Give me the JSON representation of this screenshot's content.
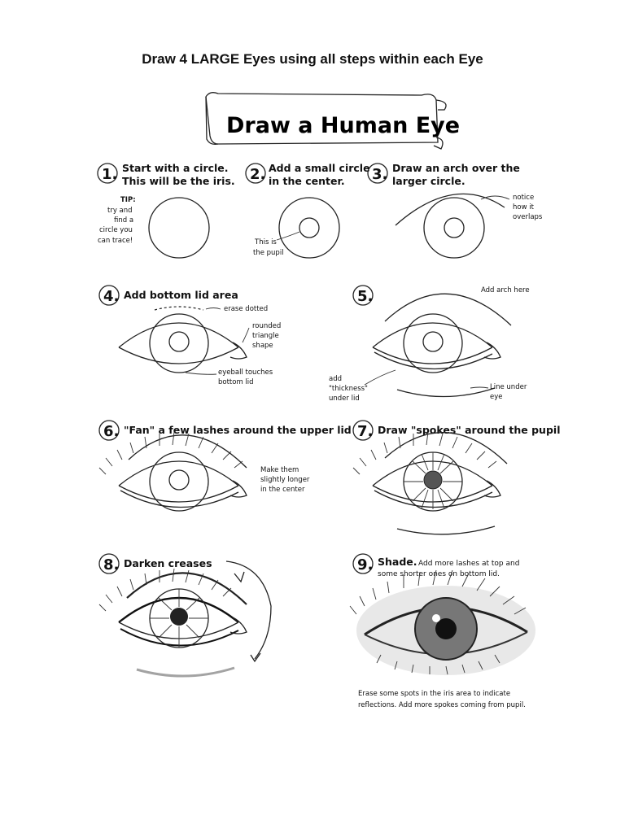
{
  "page_title": "Draw 4 LARGE Eyes using all steps within each Eye",
  "banner_title": "Draw a Human Eye",
  "steps": [
    {
      "num": "1.",
      "line1": "Start with a circle.",
      "line2": "This will be the iris."
    },
    {
      "num": "2.",
      "line1": "Add a small circle",
      "line2": "in the center."
    },
    {
      "num": "3.",
      "line1": "Draw an arch over the",
      "line2": "larger circle."
    },
    {
      "num": "4.",
      "line1": "Add bottom lid area",
      "line2": ""
    },
    {
      "num": "5.",
      "line1": "",
      "line2": ""
    },
    {
      "num": "6.",
      "line1": "\"Fan\" a few lashes around the upper lid",
      "line2": ""
    },
    {
      "num": "7.",
      "line1": "Draw \"spokes\" around the pupil",
      "line2": ""
    },
    {
      "num": "8.",
      "line1": "Darken creases",
      "line2": ""
    },
    {
      "num": "9.",
      "line1": "Shade.",
      "line2": "Add more lashes at top and",
      "line3": "some shorter ones on bottom lid."
    }
  ],
  "notes": {
    "tip": [
      "TIP:",
      "try and",
      "find a",
      "circle you",
      "can trace!"
    ],
    "pupil": [
      "This is",
      "the pupil"
    ],
    "overlaps": [
      "notice",
      "how it",
      "overlaps"
    ],
    "erase": "erase dotted",
    "triangle": [
      "rounded",
      "triangle",
      "shape"
    ],
    "touches": [
      "eyeball touches",
      "bottom lid"
    ],
    "arch_here": "Add arch here",
    "thickness": [
      "add",
      "\"thickness\"",
      "under lid"
    ],
    "line_under": [
      "Line under",
      "eye"
    ],
    "longer": [
      "Make them",
      "slightly longer",
      "in the center"
    ],
    "reflections": [
      "Erase some spots in the iris area to indicate",
      "reflections. Add more spokes coming from pupil."
    ]
  }
}
